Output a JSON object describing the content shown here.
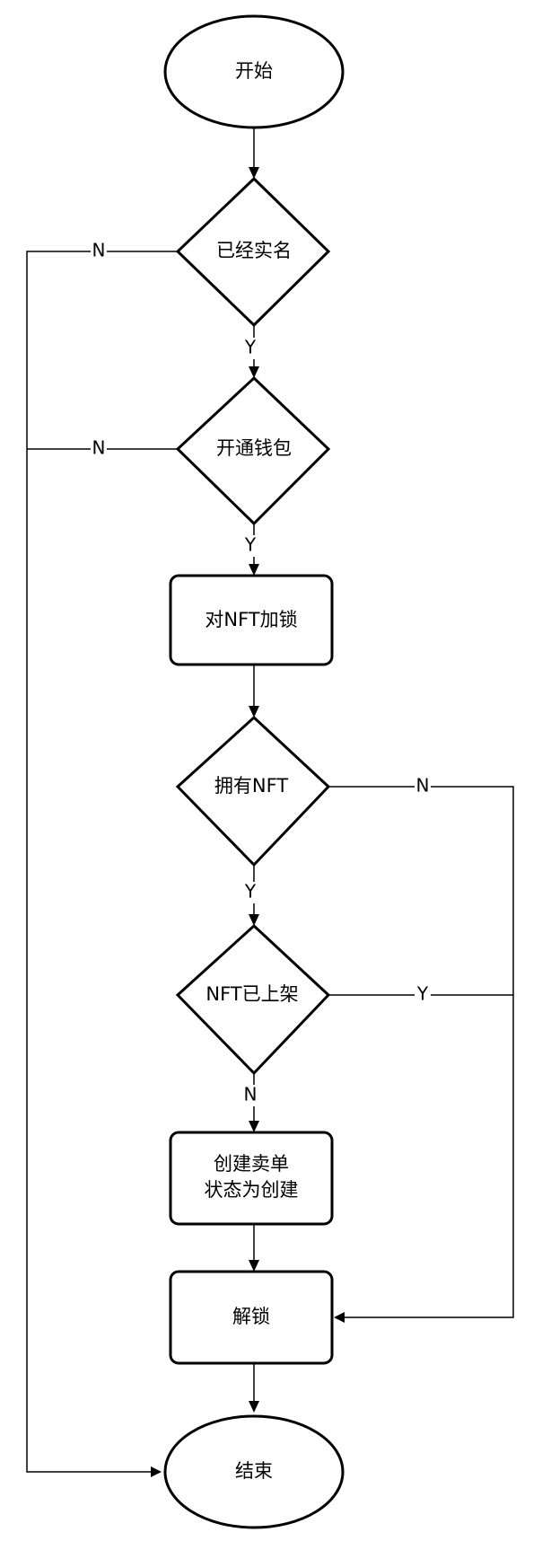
{
  "nodes": {
    "start": "开始",
    "verified": "已经实名",
    "wallet": "开通钱包",
    "lock": "对NFT加锁",
    "own": "拥有NFT",
    "listed": "NFT已上架",
    "create_line1": "创建卖单",
    "create_line2": "状态为创建",
    "unlock": "解锁",
    "end": "结束"
  },
  "edge_labels": {
    "verified_no": "N",
    "verified_yes": "Y",
    "wallet_no": "N",
    "wallet_yes": "Y",
    "own_no": "N",
    "own_yes": "Y",
    "listed_yes": "Y",
    "listed_no": "N"
  },
  "colors": {
    "stroke": "#000000",
    "fill": "#ffffff"
  }
}
